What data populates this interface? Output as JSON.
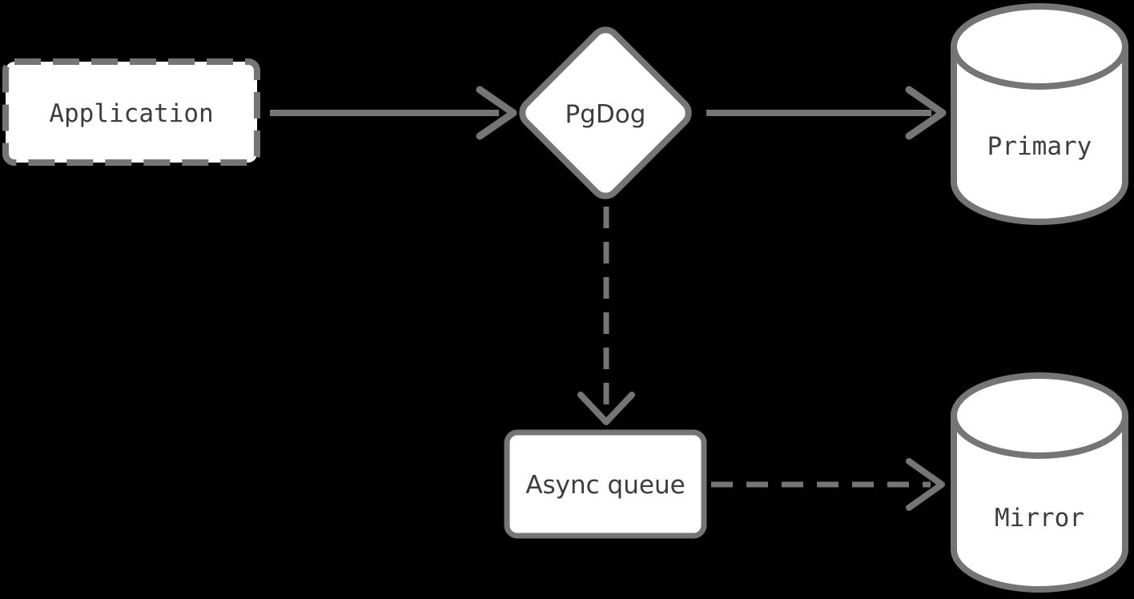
{
  "diagram": {
    "type": "flowchart",
    "colors": {
      "background": "#000000",
      "stroke": "#757575",
      "node_fill": "#ffffff",
      "text": "#3d3d3d"
    },
    "nodes": {
      "application": {
        "label": "Application",
        "shape": "dashed-rectangle"
      },
      "pgdog": {
        "label": "PgDog",
        "shape": "diamond"
      },
      "primary": {
        "label": "Primary",
        "shape": "database-cylinder"
      },
      "async_queue": {
        "label": "Async queue",
        "shape": "rectangle"
      },
      "mirror": {
        "label": "Mirror",
        "shape": "database-cylinder"
      }
    },
    "edges": [
      {
        "from": "application",
        "to": "pgdog",
        "style": "solid-arrow"
      },
      {
        "from": "pgdog",
        "to": "primary",
        "style": "solid-arrow"
      },
      {
        "from": "pgdog",
        "to": "async_queue",
        "style": "dashed-arrow"
      },
      {
        "from": "async_queue",
        "to": "mirror",
        "style": "dashed-arrow"
      }
    ]
  }
}
